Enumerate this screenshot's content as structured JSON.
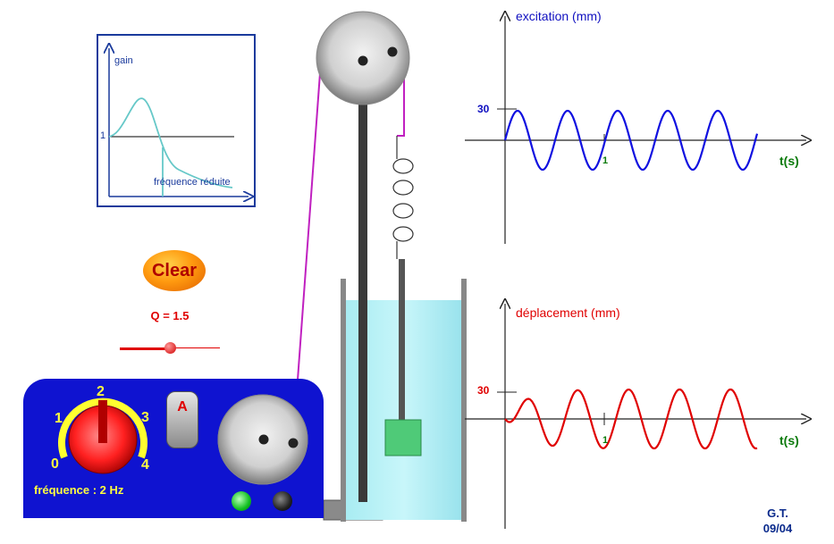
{
  "inset_graph": {
    "y_label": "gain",
    "x_label": "fréquence réduite",
    "y_tick": "1"
  },
  "controls": {
    "clear_label": "Clear",
    "q_label": "Q = 1.5",
    "q_value": 1.5,
    "frequency_label": "fréquence : 2 Hz",
    "dial_ticks": [
      "0",
      "1",
      "2",
      "3",
      "4"
    ],
    "dial_value_hz": 2,
    "a_button_label": "A"
  },
  "graph_excitation": {
    "title": "excitation (mm)",
    "y_tick": "30",
    "x_tick": "1",
    "x_axis_label": "t(s)",
    "color": "#1010e0"
  },
  "graph_displacement": {
    "title": "déplacement (mm)",
    "y_tick": "30",
    "x_tick": "1",
    "x_axis_label": "t(s)",
    "color": "#e00000"
  },
  "signature": {
    "line1": "G.T.",
    "line2": "09/04"
  }
}
